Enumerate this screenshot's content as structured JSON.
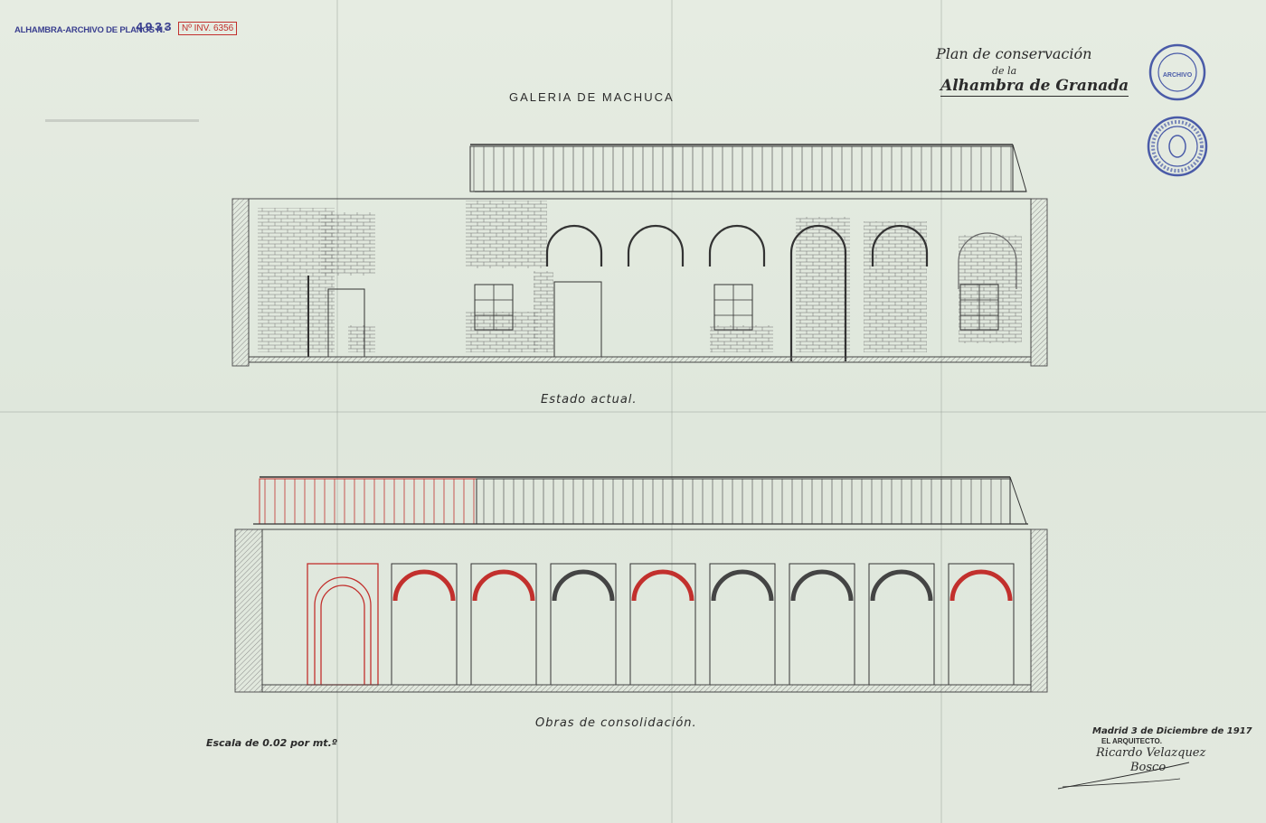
{
  "stamp": {
    "label": "ALHAMBRA-ARCHIVO DE PLANOS N.º",
    "number": "4933",
    "inventory": "Nº INV. 6356"
  },
  "header": {
    "line1": "Plan de conservación",
    "line2": "de la",
    "line3": "Alhambra de Granada"
  },
  "title": "GALERIA DE MACHUCA",
  "upper_caption": "Estado actual.",
  "lower_caption": "Obras de consolidación.",
  "scale_note": "Escala de 0.02 por mt.º",
  "signature_block": {
    "date_line": "Madrid 3 de Diciembre de 1917",
    "role": "EL ARQUITECTO.",
    "name": "Ricardo Velazquez",
    "surname": "Bosco"
  },
  "seals": {
    "top_text": "ARCHIVO",
    "color": "#4a5ba8"
  },
  "colors": {
    "paper": "#e3e9df",
    "ink": "#2b2b2b",
    "red_ink": "#c2302d",
    "stamp_blue": "#3a3f8f"
  }
}
